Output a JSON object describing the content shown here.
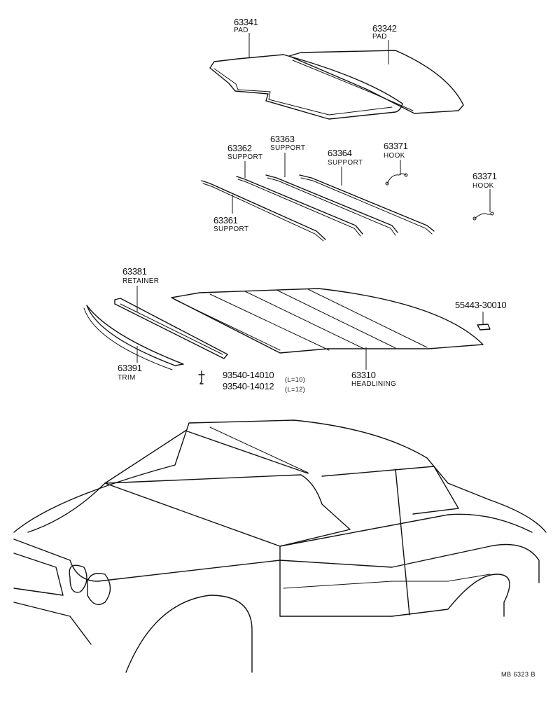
{
  "parts": {
    "p63341": {
      "number": "63341",
      "name": "PAD"
    },
    "p63342": {
      "number": "63342",
      "name": "PAD"
    },
    "p63362": {
      "number": "63362",
      "name": "SUPPORT"
    },
    "p63363": {
      "number": "63363",
      "name": "SUPPORT"
    },
    "p63364": {
      "number": "63364",
      "name": "SUPPORT"
    },
    "p63371a": {
      "number": "63371",
      "name": "HOOK"
    },
    "p63371b": {
      "number": "63371",
      "name": "HOOK"
    },
    "p63361": {
      "number": "63361",
      "name": "SUPPORT"
    },
    "p63381": {
      "number": "63381",
      "name": "RETAINER"
    },
    "p55443": {
      "number": "55443-30010"
    },
    "p63391": {
      "number": "63391",
      "name": "TRIM"
    },
    "p63310": {
      "number": "63310",
      "name": "HEADLINING"
    },
    "screw1": {
      "number": "93540-14010",
      "spec": "(L=10)"
    },
    "screw2": {
      "number": "93540-14012",
      "spec": "(L=12)"
    }
  },
  "drawing_ref": "MB 6323 B"
}
